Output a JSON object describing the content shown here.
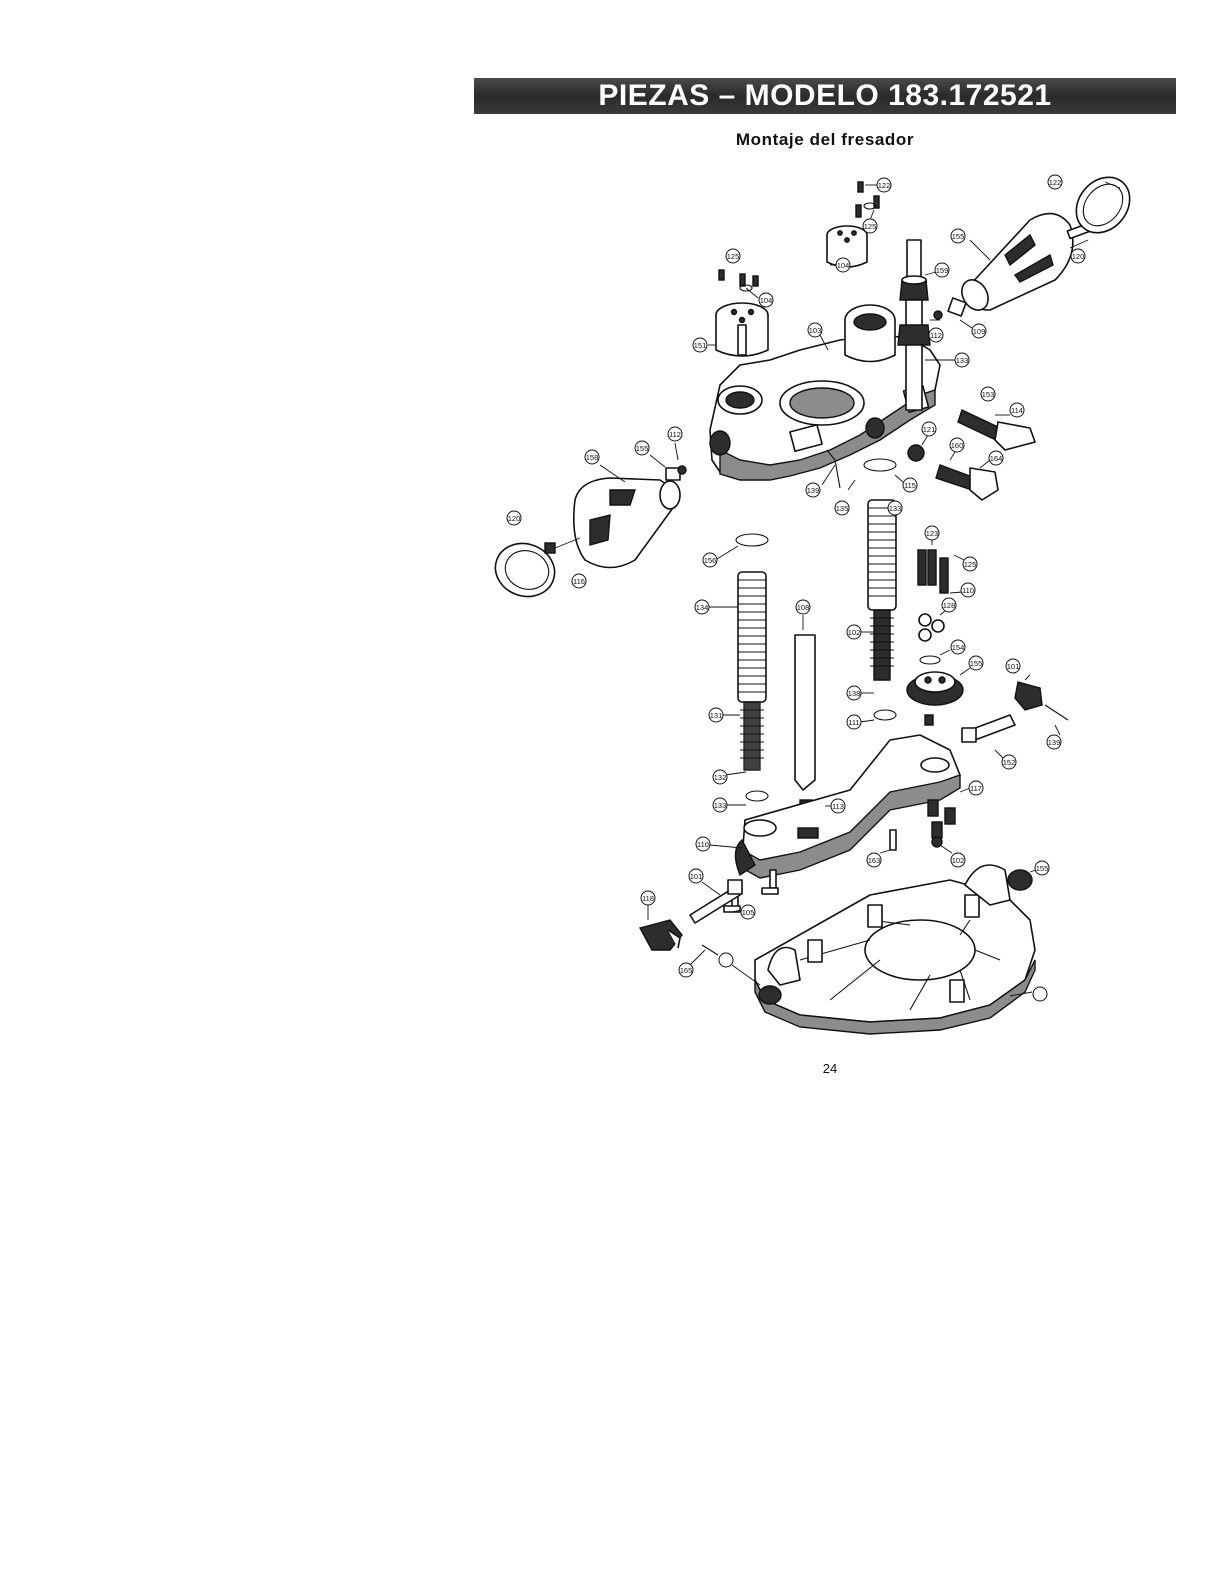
{
  "header": {
    "title": "PIEZAS – MODELO 183.172521"
  },
  "section": {
    "subtitle": "Montaje del fresador"
  },
  "footer": {
    "page_number": "24"
  },
  "diagram": {
    "callouts": [
      "122",
      "125",
      "104",
      "159",
      "155",
      "120",
      "122",
      "125",
      "104",
      "151",
      "103",
      "133",
      "112",
      "109",
      "153",
      "114",
      "121",
      "160",
      "164",
      "139",
      "115",
      "135",
      "133",
      "112",
      "155",
      "158",
      "120",
      "116",
      "123",
      "125",
      "110",
      "128",
      "154",
      "155",
      "101",
      "139",
      "156",
      "134",
      "108",
      "131",
      "132",
      "133",
      "138",
      "111",
      "102",
      "113",
      "152",
      "117",
      "110",
      "163",
      "102",
      "155",
      "101",
      "118",
      "165",
      "105"
    ]
  }
}
